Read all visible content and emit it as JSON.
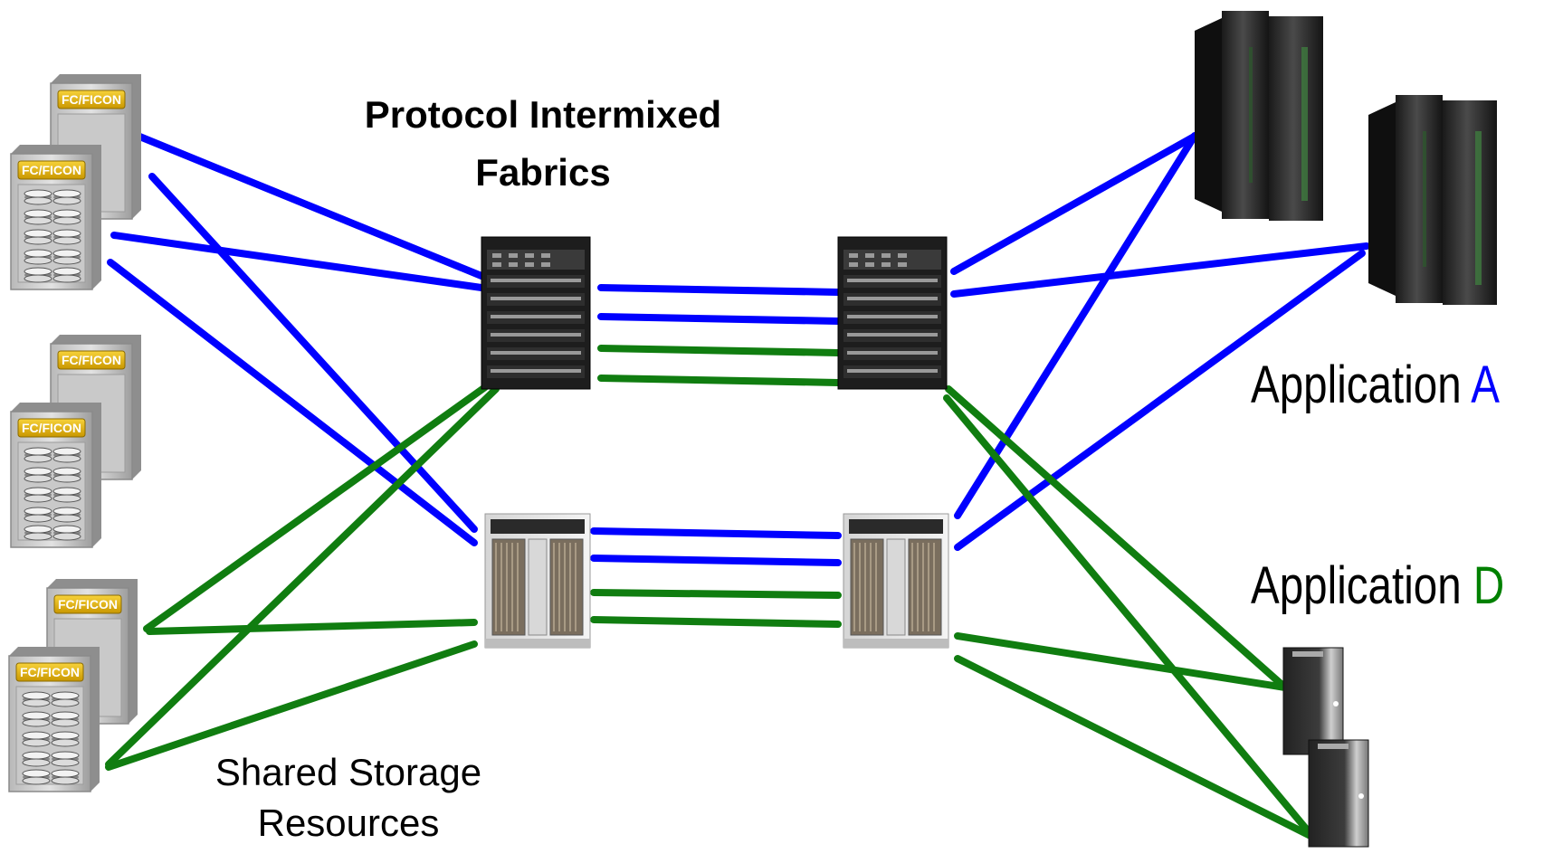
{
  "title": {
    "line1": "Protocol Intermixed",
    "line2": "Fabrics"
  },
  "storage_label": {
    "line1": "Shared Storage",
    "line2": "Resources"
  },
  "storage_badge": "FC/FICON",
  "applications": [
    {
      "prefix": "Application ",
      "letter": "A",
      "color": "#0000ff"
    },
    {
      "prefix": "Application ",
      "letter": "D",
      "color": "#008000"
    }
  ],
  "colors": {
    "link_a": "#0000ff",
    "link_d": "#107d10"
  }
}
